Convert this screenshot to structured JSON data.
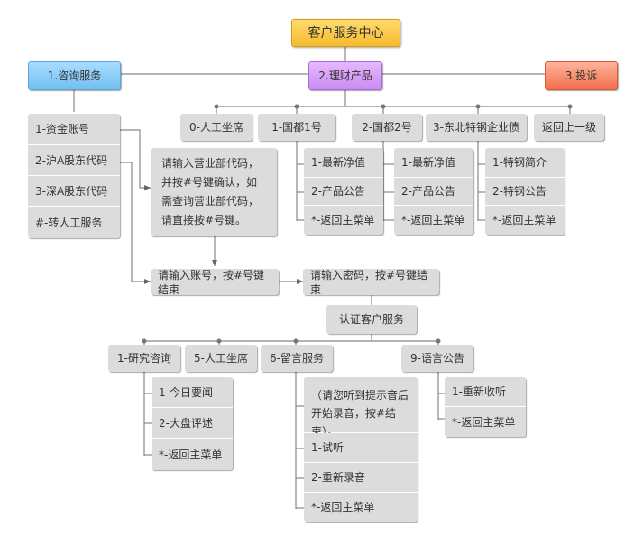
{
  "root": {
    "label": "客户服务中心"
  },
  "level1": {
    "consult": "1.咨询服务",
    "finance": "2.理财产品",
    "complaint": "3.投诉"
  },
  "consult_menu": [
    "1-资金账号",
    "2-沪A股东代码",
    "3-深A股东代码",
    "#-转人工服务"
  ],
  "branch_prompt": "请输入营业部代码，并按#号键确认，如需查询营业部代码，请直接按#号键。",
  "finance_menu": {
    "agent": "0-人工坐席",
    "guodu": "1-国都1号",
    "guodu2": "2-国都2号",
    "steel": "3-东北特钢企业债",
    "back": "返回上一级"
  },
  "guodu_sub": [
    "1-最新净值",
    "2-产品公告",
    "*-返回主菜单"
  ],
  "guodu2_sub": [
    "1-最新净值",
    "2-产品公告",
    "*-返回主菜单"
  ],
  "steel_sub": [
    "1-特钢简介",
    "2-特钢公告",
    "*-返回主菜单"
  ],
  "account_prompt": "请输入账号，按#号键结束",
  "password_prompt": "请输入密码，按#号键结束",
  "auth": "认证客户服务",
  "auth_menu": {
    "research": "1-研究咨询",
    "agent": "5-人工坐席",
    "message": "6-留言服务",
    "voice": "9-语言公告"
  },
  "research_sub": [
    "1-今日要闻",
    "2-大盘评述",
    "*-返回主菜单"
  ],
  "message_prompt": "（请您听到提示音后开始录音，按#结束）。",
  "message_sub": [
    "1-试听",
    "2-重新录音",
    "*-返回主菜单"
  ],
  "voice_sub": [
    "1-重新收听",
    "*-返回主菜单"
  ]
}
